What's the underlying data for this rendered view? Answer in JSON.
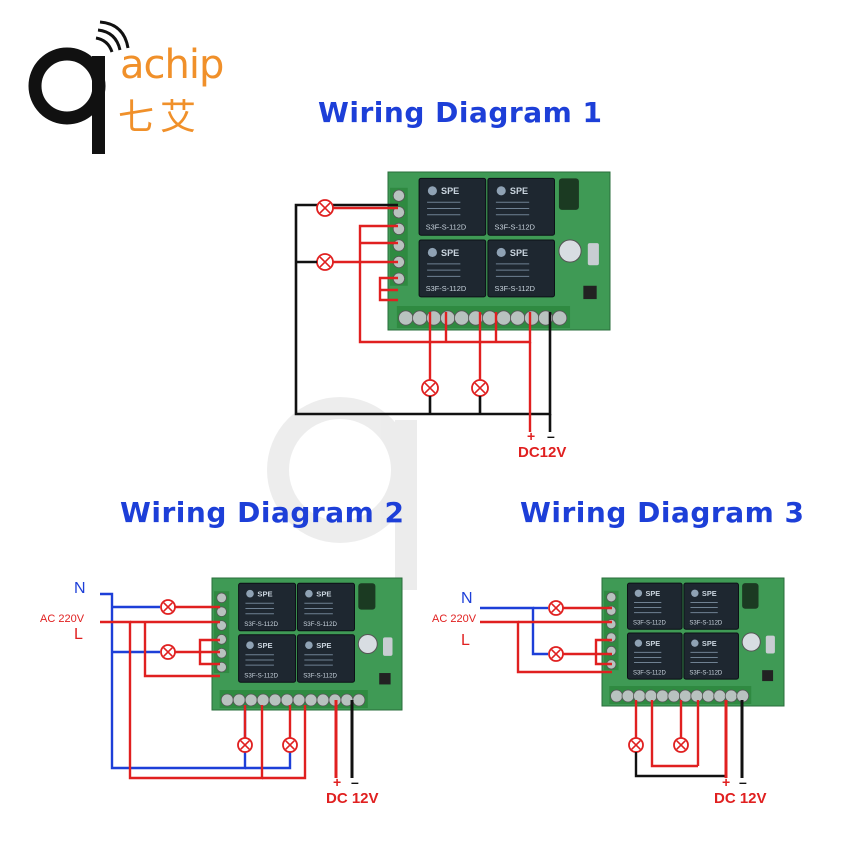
{
  "brand": {
    "name": "achip",
    "chinese": "七艾"
  },
  "diagrams": [
    {
      "title": "Wiring  Diagram  1",
      "plus": "+",
      "minus": "–",
      "power": "DC12V"
    },
    {
      "title": "Wiring  Diagram  2",
      "plus": "+",
      "minus": "–",
      "power": "DC 12V",
      "neutral": "N",
      "live": "L",
      "ac": "AC 220V"
    },
    {
      "title": "Wiring  Diagram  3",
      "plus": "+",
      "minus": "–",
      "power": "DC 12V",
      "neutral": "N",
      "live": "L",
      "ac": "AC 220V"
    }
  ],
  "relay": {
    "brand": "SPE",
    "model": "S3F-S-112D"
  },
  "colors": {
    "title": "#1d3fd8",
    "brand": "#f0902a",
    "red_wire": "#e02020",
    "blue_wire": "#1d3fd8",
    "black_wire": "#111111",
    "board": "#3f9a55"
  }
}
